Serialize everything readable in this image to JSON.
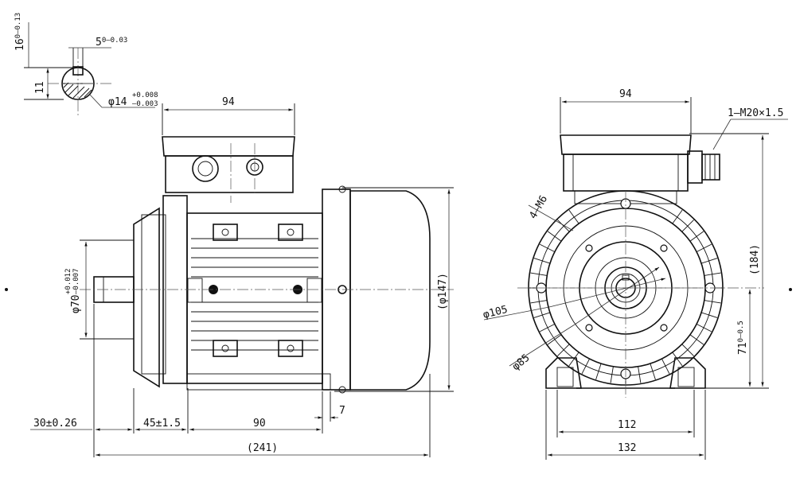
{
  "dims": {
    "shaft_key_height": "16",
    "shaft_key_height_tol": "0–0.13",
    "key_width": "5",
    "key_width_tol": "0–0.03",
    "key_depth": "11",
    "shaft_dia": "φ14",
    "shaft_dia_tol_upper": "+0.008",
    "shaft_dia_tol_lower": "–0.003",
    "terminal_box_width_side": "94",
    "terminal_box_width_front": "94",
    "cable_gland": "1–M20×1.5",
    "spigot_dia": "φ70",
    "spigot_tol_upper": "+0.012",
    "spigot_tol_lower": "–0.007",
    "body_dia": "(φ147)",
    "height_overall": "(184)",
    "flange_holes": "4–M6",
    "pcd_105": "φ105",
    "pcd_85": "φ85",
    "shaft_height": "71",
    "shaft_height_tol": "0–0.5",
    "shaft_length": "30±0.26",
    "foot_to_shoulder": "45±1.5",
    "foot_spacing_side": "90",
    "foot_thickness": "7",
    "length_overall": "(241)",
    "foot_spacing_front": "112",
    "foot_width": "132"
  }
}
